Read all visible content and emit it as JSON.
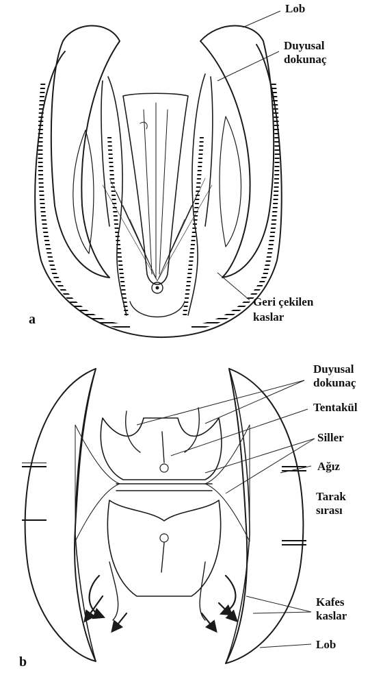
{
  "panel_a": {
    "tag": "a",
    "labels": {
      "lob": "Lob",
      "duyusal_1": "Duyusal",
      "duyusal_2": "dokunaç",
      "geri_1": "Geri çekilen",
      "geri_2": "kaslar"
    }
  },
  "panel_b": {
    "tag": "b",
    "labels": {
      "duyusal_1": "Duyusal",
      "duyusal_2": "dokunaç",
      "tentakul": "Tentakül",
      "siller": "Siller",
      "agiz": "Ağız",
      "tarak_1": "Tarak",
      "tarak_2": "sırası",
      "kafes_1": "Kafes",
      "kafes_2": "kaslar",
      "lob": "Lob"
    }
  },
  "colors": {
    "ink": "#1a1a1a",
    "background": "#ffffff"
  }
}
